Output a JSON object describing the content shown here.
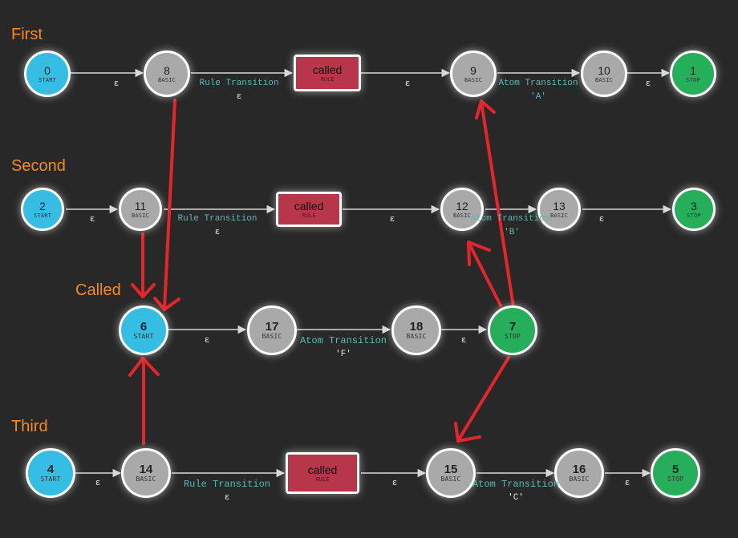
{
  "sections": {
    "first": "First",
    "second": "Second",
    "called": "Called",
    "third": "Third"
  },
  "nodes": {
    "n0": {
      "num": "0",
      "kind": "START"
    },
    "n8": {
      "num": "8",
      "kind": "BASIC"
    },
    "n9": {
      "num": "9",
      "kind": "BASIC"
    },
    "n10": {
      "num": "10",
      "kind": "BASIC"
    },
    "n1": {
      "num": "1",
      "kind": "STOP"
    },
    "n2": {
      "num": "2",
      "kind": "START"
    },
    "n11": {
      "num": "11",
      "kind": "BASIC"
    },
    "n12": {
      "num": "12",
      "kind": "BASIC"
    },
    "n13": {
      "num": "13",
      "kind": "BASIC"
    },
    "n3": {
      "num": "3",
      "kind": "STOP"
    },
    "n6": {
      "num": "6",
      "kind": "START"
    },
    "n17": {
      "num": "17",
      "kind": "BASIC"
    },
    "n18": {
      "num": "18",
      "kind": "BASIC"
    },
    "n7": {
      "num": "7",
      "kind": "STOP"
    },
    "n4": {
      "num": "4",
      "kind": "START"
    },
    "n14": {
      "num": "14",
      "kind": "BASIC"
    },
    "n15": {
      "num": "15",
      "kind": "BASIC"
    },
    "n16": {
      "num": "16",
      "kind": "BASIC"
    },
    "n5": {
      "num": "5",
      "kind": "STOP"
    }
  },
  "rules": {
    "first": {
      "name": "called",
      "kind": "RULE"
    },
    "second": {
      "name": "called",
      "kind": "RULE"
    },
    "third": {
      "name": "called",
      "kind": "RULE"
    }
  },
  "labels": {
    "epsilon": "ε",
    "rule_transition": "Rule Transition",
    "atom_transition": "Atom Transition",
    "atom_first": "'A'",
    "atom_second": "'B'",
    "atom_called": "'F'",
    "atom_third": "'C'"
  },
  "colors": {
    "background": "#282828",
    "section_title": "#f28c28",
    "start_node": "#36bde3",
    "stop_node": "#27ae5a",
    "basic_node": "#a9a9a9",
    "rule_box": "#b8364a",
    "transition_label": "#5fb8b8",
    "annotation_arrow": "#e3262b"
  }
}
